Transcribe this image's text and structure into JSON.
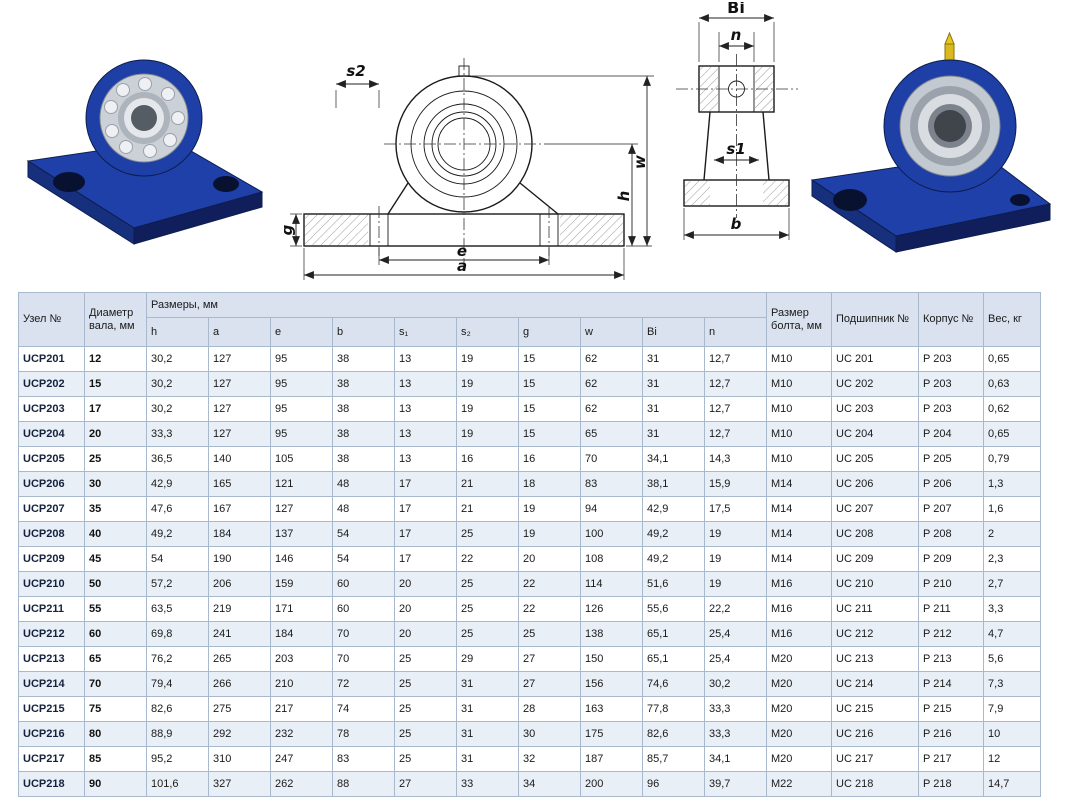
{
  "colors": {
    "housing_blue": "#1d3fa6",
    "table_header_bg": "#d9e2ee",
    "table_alt_row_bg": "#e9eff6",
    "table_border": "#a9b9cd",
    "grease_fitting_yellow": "#e6c825"
  },
  "drawings": {
    "front_labels": {
      "s2": "s2",
      "g": "g",
      "e": "e",
      "a": "a",
      "h": "h",
      "w": "w"
    },
    "side_labels": {
      "bi": "Bi",
      "n": "n",
      "s1": "s1",
      "b": "b"
    }
  },
  "table": {
    "headers": {
      "unit": "Узел №",
      "shaft": "Диаметр вала, мм",
      "dims_group": "Размеры, мм",
      "dims": [
        "h",
        "a",
        "e",
        "b",
        "s₁",
        "s₂",
        "g",
        "w",
        "Bi",
        "n"
      ],
      "bolt": "Размер болта, мм",
      "bearing": "Подшипник №",
      "housing": "Корпус №",
      "weight": "Вес, кг"
    },
    "column_keys": [
      "unit",
      "d",
      "h",
      "a",
      "e",
      "b",
      "s1",
      "s2",
      "g",
      "w",
      "bi",
      "n",
      "bolt",
      "bearing",
      "housing",
      "weight"
    ],
    "rows": [
      [
        "UCP201",
        "12",
        "30,2",
        "127",
        "95",
        "38",
        "13",
        "19",
        "15",
        "62",
        "31",
        "12,7",
        "M10",
        "UC 201",
        "P 203",
        "0,65"
      ],
      [
        "UCP202",
        "15",
        "30,2",
        "127",
        "95",
        "38",
        "13",
        "19",
        "15",
        "62",
        "31",
        "12,7",
        "M10",
        "UC 202",
        "P 203",
        "0,63"
      ],
      [
        "UCP203",
        "17",
        "30,2",
        "127",
        "95",
        "38",
        "13",
        "19",
        "15",
        "62",
        "31",
        "12,7",
        "M10",
        "UC 203",
        "P 203",
        "0,62"
      ],
      [
        "UCP204",
        "20",
        "33,3",
        "127",
        "95",
        "38",
        "13",
        "19",
        "15",
        "65",
        "31",
        "12,7",
        "M10",
        "UC 204",
        "P 204",
        "0,65"
      ],
      [
        "UCP205",
        "25",
        "36,5",
        "140",
        "105",
        "38",
        "13",
        "16",
        "16",
        "70",
        "34,1",
        "14,3",
        "M10",
        "UC 205",
        "P 205",
        "0,79"
      ],
      [
        "UCP206",
        "30",
        "42,9",
        "165",
        "121",
        "48",
        "17",
        "21",
        "18",
        "83",
        "38,1",
        "15,9",
        "M14",
        "UC 206",
        "P 206",
        "1,3"
      ],
      [
        "UCP207",
        "35",
        "47,6",
        "167",
        "127",
        "48",
        "17",
        "21",
        "19",
        "94",
        "42,9",
        "17,5",
        "M14",
        "UC 207",
        "P 207",
        "1,6"
      ],
      [
        "UCP208",
        "40",
        "49,2",
        "184",
        "137",
        "54",
        "17",
        "25",
        "19",
        "100",
        "49,2",
        "19",
        "M14",
        "UC 208",
        "P 208",
        "2"
      ],
      [
        "UCP209",
        "45",
        "54",
        "190",
        "146",
        "54",
        "17",
        "22",
        "20",
        "108",
        "49,2",
        "19",
        "M14",
        "UC 209",
        "P 209",
        "2,3"
      ],
      [
        "UCP210",
        "50",
        "57,2",
        "206",
        "159",
        "60",
        "20",
        "25",
        "22",
        "114",
        "51,6",
        "19",
        "M16",
        "UC 210",
        "P 210",
        "2,7"
      ],
      [
        "UCP211",
        "55",
        "63,5",
        "219",
        "171",
        "60",
        "20",
        "25",
        "22",
        "126",
        "55,6",
        "22,2",
        "M16",
        "UC 211",
        "P 211",
        "3,3"
      ],
      [
        "UCP212",
        "60",
        "69,8",
        "241",
        "184",
        "70",
        "20",
        "25",
        "25",
        "138",
        "65,1",
        "25,4",
        "M16",
        "UC 212",
        "P 212",
        "4,7"
      ],
      [
        "UCP213",
        "65",
        "76,2",
        "265",
        "203",
        "70",
        "25",
        "29",
        "27",
        "150",
        "65,1",
        "25,4",
        "M20",
        "UC 213",
        "P 213",
        "5,6"
      ],
      [
        "UCP214",
        "70",
        "79,4",
        "266",
        "210",
        "72",
        "25",
        "31",
        "27",
        "156",
        "74,6",
        "30,2",
        "M20",
        "UC 214",
        "P 214",
        "7,3"
      ],
      [
        "UCP215",
        "75",
        "82,6",
        "275",
        "217",
        "74",
        "25",
        "31",
        "28",
        "163",
        "77,8",
        "33,3",
        "M20",
        "UC 215",
        "P 215",
        "7,9"
      ],
      [
        "UCP216",
        "80",
        "88,9",
        "292",
        "232",
        "78",
        "25",
        "31",
        "30",
        "175",
        "82,6",
        "33,3",
        "M20",
        "UC 216",
        "P 216",
        "10"
      ],
      [
        "UCP217",
        "85",
        "95,2",
        "310",
        "247",
        "83",
        "25",
        "31",
        "32",
        "187",
        "85,7",
        "34,1",
        "M20",
        "UC 217",
        "P 217",
        "12"
      ],
      [
        "UCP218",
        "90",
        "101,6",
        "327",
        "262",
        "88",
        "27",
        "33",
        "34",
        "200",
        "96",
        "39,7",
        "M22",
        "UC 218",
        "P 218",
        "14,7"
      ]
    ]
  }
}
